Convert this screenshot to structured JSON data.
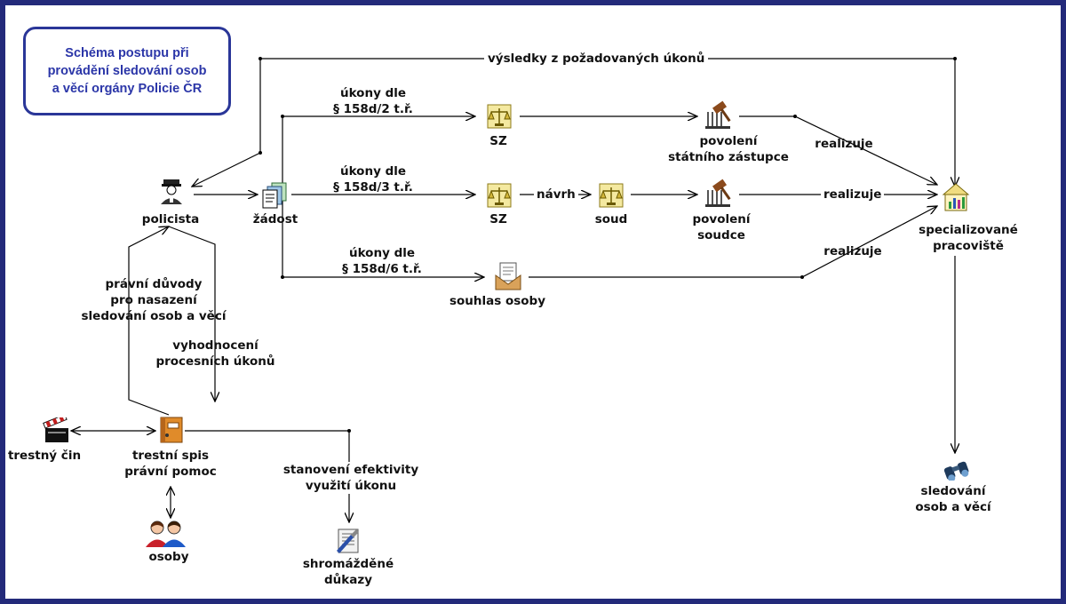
{
  "title": "Schéma postupu při\nprovádění sledování osob\na věcí orgány Policie ČR",
  "nodes": {
    "policista": "policista",
    "zadost": "žádost",
    "sz1": "SZ",
    "sz2": "SZ",
    "soud": "soud",
    "povoleni_sz": "povolení\nstátního zástupce",
    "povoleni_soudce": "povolení\nsoudce",
    "souhlas": "souhlas osoby",
    "pracoviste": "specializované\npracoviště",
    "sledovani": "sledování\nosob a věcí",
    "trestny_cin": "trestný čin",
    "trestni_spis": "trestní spis\nprávní pomoc",
    "osoby": "osoby",
    "dukazy": "shromážděné\ndůkazy"
  },
  "labels": {
    "vysledky": "výsledky z požadovaných úkonů",
    "ukony_2": "úkony dle\n§ 158d/2 t.ř.",
    "ukony_3": "úkony dle\n§ 158d/3 t.ř.",
    "ukony_6": "úkony dle\n§ 158d/6 t.ř.",
    "navrh": "návrh",
    "realizuje_1": "realizuje",
    "realizuje_2": "realizuje",
    "realizuje_3": "realizuje",
    "pravni_duvody": "právní důvody\npro nasazení\nsledování osob a věcí",
    "vyhodnoceni": "vyhodnocení\nprocesních úkonů",
    "stanoveni": "stanovení efektivity\nvyužití úkonu"
  },
  "colors": {
    "frame": "#232a7a",
    "title_text": "#2b36a8",
    "line": "#000000"
  },
  "icons": {
    "policista": "police-officer-icon",
    "zadost": "documents-icon",
    "sz": "scales-of-justice-icon",
    "povoleni": "judge-gavel-icon",
    "souhlas": "envelope-letter-icon",
    "pracoviste": "building-chart-icon",
    "sledovani": "binoculars-icon",
    "trestny_cin": "clapperboard-icon",
    "trestni_spis": "case-file-icon",
    "osoby": "people-icon",
    "dukazy": "evidence-archive-icon"
  }
}
